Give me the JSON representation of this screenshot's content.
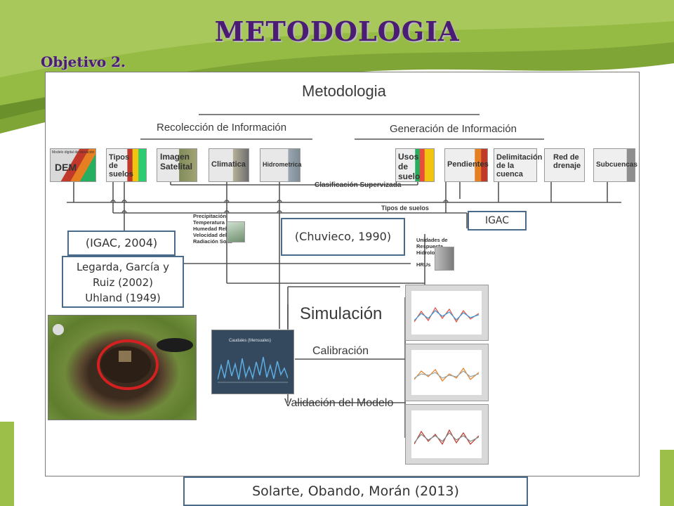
{
  "slide": {
    "title": "METODOLOGIA",
    "subtitle": "Objetivo 2."
  },
  "diagram": {
    "heading": "Metodologia",
    "branch_left": "Recolección de Información",
    "branch_right": "Generación de Información",
    "left_items": [
      "DEM",
      "Tipos de suelos",
      "Imagen Satelital",
      "Climatica",
      "Hidrometrica"
    ],
    "right_items": [
      "Usos de suelo",
      "Pendientes",
      "Delimitación de la cuenca",
      "Red de drenaje",
      "Subcuencas"
    ],
    "classification": "Clasificación Supervizada",
    "soil_types": "Tipos de suelos",
    "climate_vars": [
      "Precipitación",
      "Temperatura",
      "Humedad Relativa",
      "Velocidad del Viento",
      "Radiación Solar"
    ],
    "hru_label": "Unidades de Respuesta Hidrologica",
    "hru_abbrev": "HRUs",
    "stage_simulation": "Simulación",
    "stage_calibration": "Calibración",
    "stage_validation": "Validación del Modelo",
    "flow_chart_title": "Caudales (Mensuales)",
    "dem_caption": "Modelo digital de elevación"
  },
  "citations": {
    "chuvieco": "(Chuvieco, 1990)",
    "igac_top": "IGAC",
    "igac_2004": "(IGAC, 2004)",
    "legarda": "Legarda, García y Ruiz (2002)",
    "uhland": "Uhland (1949)",
    "footer": "Solarte, Obando, Morán (2013)"
  },
  "colors": {
    "title": "#4b1c74",
    "green_band": "#8fb63a",
    "box_border": "#4a6a8a",
    "circle": "#d42020"
  }
}
